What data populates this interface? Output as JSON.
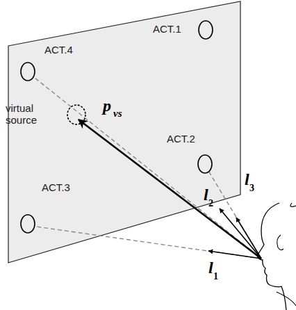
{
  "diagram": {
    "nodes": [
      {
        "text": [
          "ACT.1"
        ]
      },
      {
        "text": [
          "ACT.4"
        ]
      },
      {
        "text": [
          "ACT.2"
        ]
      },
      {
        "text": [
          "virtual source"
        ]
      },
      {
        "text": [
          "ACT.3"
        ]
      }
    ],
    "labels": [
      "p",
      "vs",
      "l",
      "1",
      "l",
      "2",
      "l",
      "3"
    ]
  }
}
